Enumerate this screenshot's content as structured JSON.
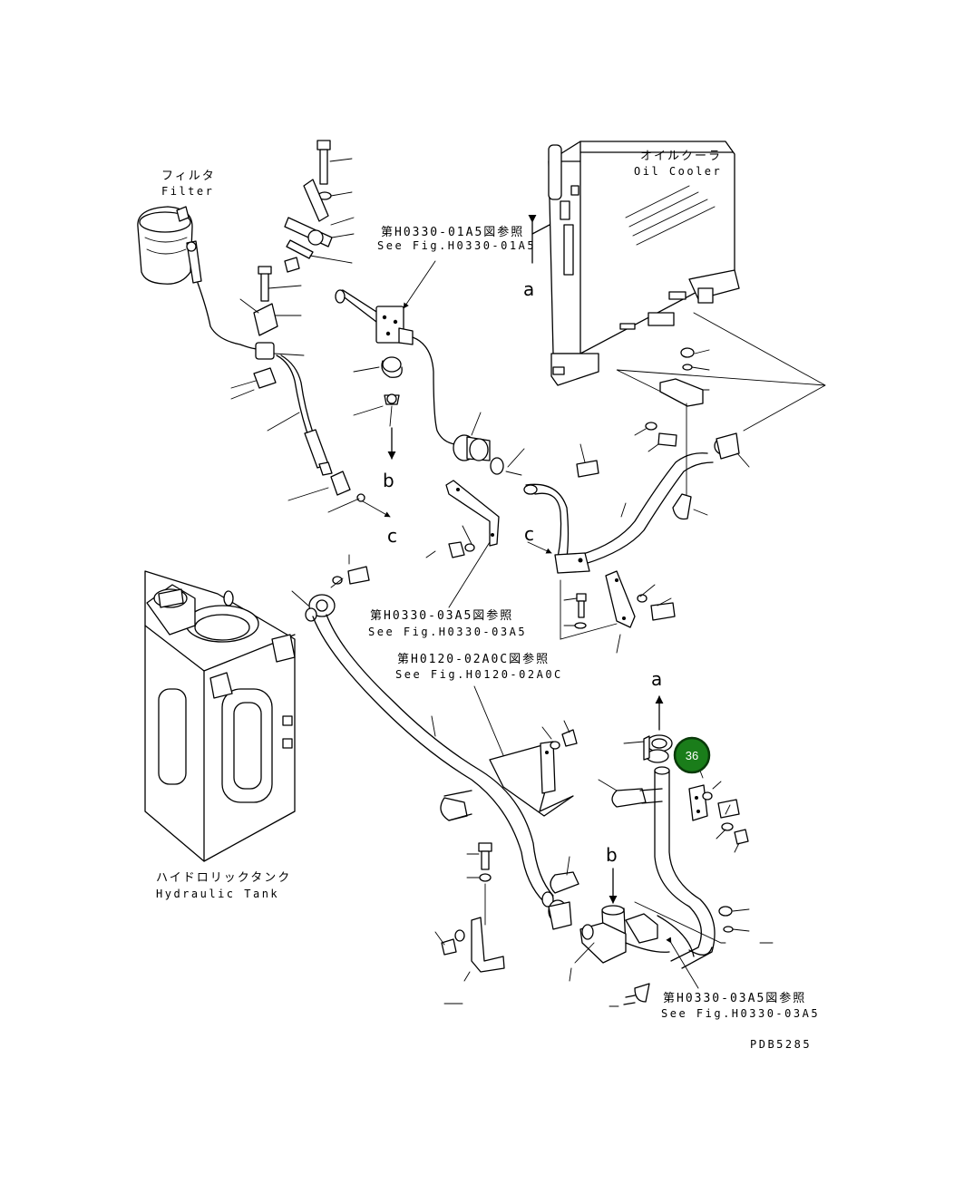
{
  "labels": {
    "filter_jp": "フィルタ",
    "filter_en": "Filter",
    "oil_cooler_jp": "オイルクーラ",
    "oil_cooler_en": "Oil Cooler",
    "hydraulic_tank_jp": "ハイドロリックタンク",
    "hydraulic_tank_en": "Hydraulic Tank",
    "ref1_jp": "第H0330-01A5図参照",
    "ref1_en": "See Fig.H0330-01A5",
    "ref2_jp": "第H0330-03A5図参照",
    "ref2_en": "See Fig.H0330-03A5",
    "ref3_jp": "第H0120-02A0C図参照",
    "ref3_en": "See Fig.H0120-02A0C",
    "ref4_jp": "第H0330-03A5図参照",
    "ref4_en": "See Fig.H0330-03A5",
    "marker_a_top": "a",
    "marker_a_bottom": "a",
    "marker_b_top": "b",
    "marker_b_bottom": "b",
    "marker_c_left": "c",
    "marker_c_right": "c",
    "drawing_no": "PDB5285"
  },
  "callout": {
    "number": "36",
    "color": "#1a7d1a"
  }
}
